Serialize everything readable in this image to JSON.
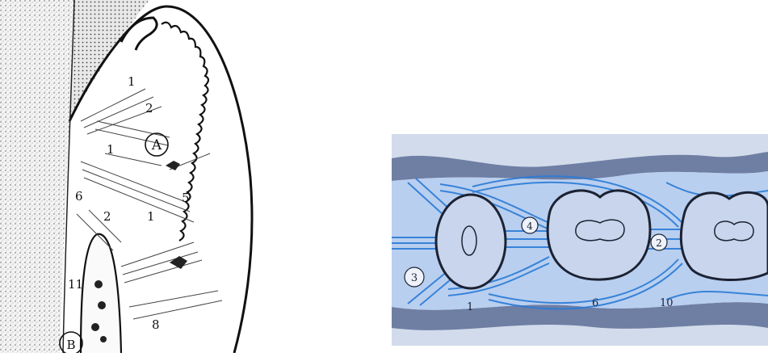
{
  "left_figure": {
    "labels": {
      "l1_top": "1",
      "l2_top": "2",
      "l1_mid": "1",
      "l6": "6",
      "l2_low": "2",
      "l1_low": "1",
      "l5": "5",
      "l11": "11",
      "l8": "8",
      "circle_a": "A",
      "circle_b": "B"
    }
  },
  "right_figure": {
    "labels": {
      "n3": "3",
      "n1": "1",
      "n4": "4",
      "n2": "2",
      "n6": "6",
      "n10": "10"
    },
    "colors": {
      "background": "#d2dbeb",
      "gum": "#6f7ea3",
      "fiber_band": "#b9cff0",
      "fiber_line": "#2a7bd6",
      "outline": "#1c2233"
    }
  }
}
